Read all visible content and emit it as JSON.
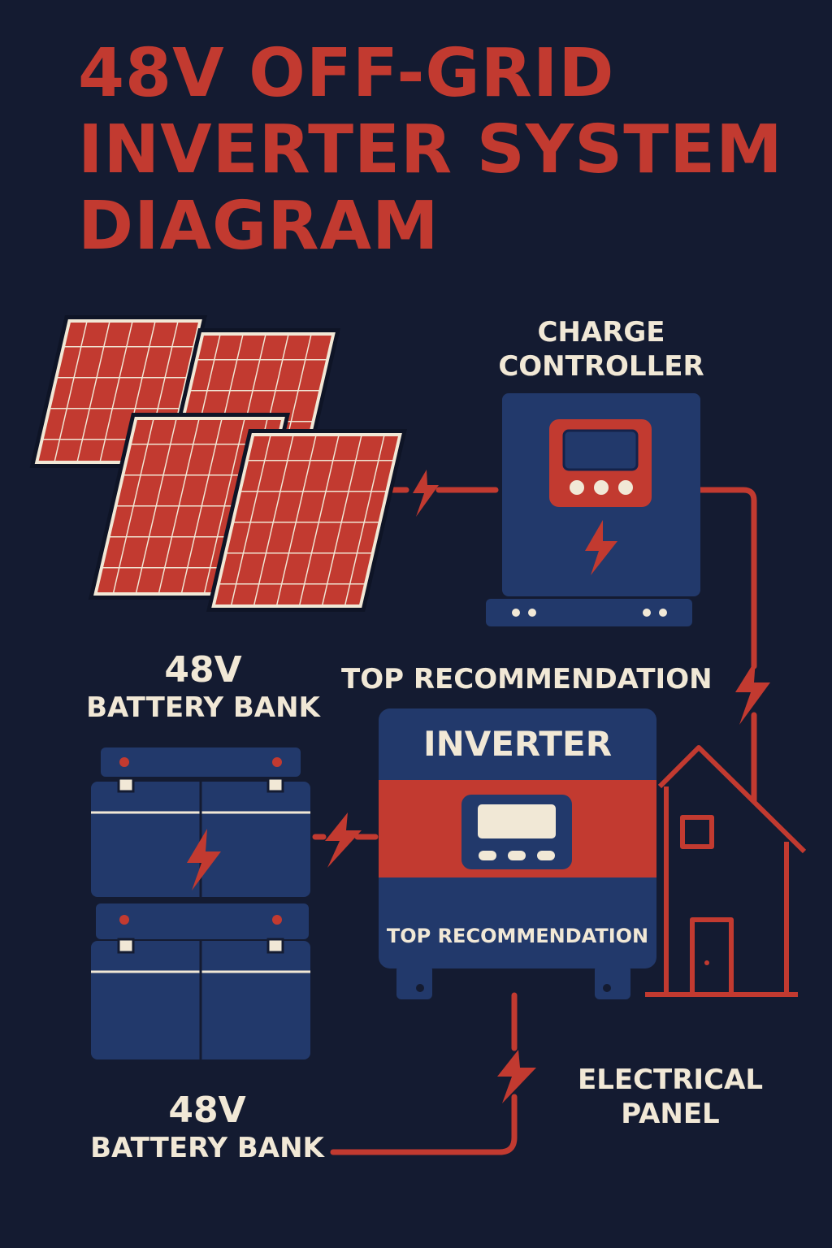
{
  "title": {
    "line1": "48V OFF-GRID",
    "line2": "INVERTER SYSTEM",
    "line3": "DIAGRAM"
  },
  "labels": {
    "charge_controller": {
      "line1": "CHARGE",
      "line2": "CONTROLLER"
    },
    "battery_bank_top": {
      "line1": "48V",
      "line2": "BATTERY BANK"
    },
    "battery_bank_bottom": {
      "line1": "48V",
      "line2": "BATTERY BANK"
    },
    "top_recommendation": "TOP RECOMMENDATION",
    "inverter_title": "INVERTER",
    "inverter_sub": "TOP RECOMMENDATION",
    "electrical_panel": {
      "line1": "ELECTRICAL",
      "line2": "PANEL"
    }
  },
  "colors": {
    "background": "#141b31",
    "accent_red": "#c23a30",
    "device_blue": "#22396b",
    "cream": "#f1e8d6"
  }
}
